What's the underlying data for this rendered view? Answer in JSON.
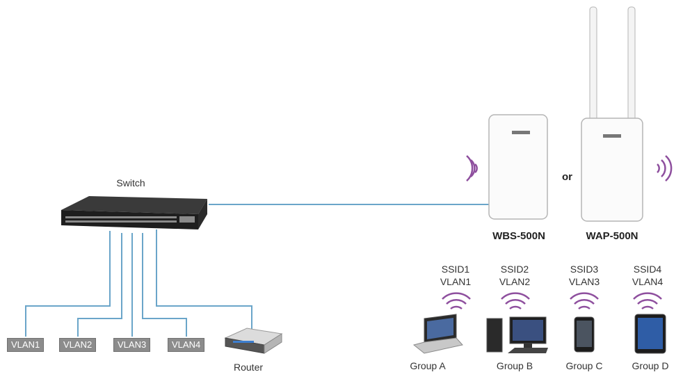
{
  "switch_label": "Switch",
  "router_label": "Router",
  "or_label": "or",
  "devices": {
    "wbs": "WBS-500N",
    "wap": "WAP-500N"
  },
  "vlans": [
    "VLAN1",
    "VLAN2",
    "VLAN3",
    "VLAN4"
  ],
  "groups": [
    {
      "ssid": "SSID1",
      "vlan": "VLAN1",
      "name": "Group A",
      "device": "laptop"
    },
    {
      "ssid": "SSID2",
      "vlan": "VLAN2",
      "name": "Group B",
      "device": "desktop"
    },
    {
      "ssid": "SSID3",
      "vlan": "VLAN3",
      "name": "Group C",
      "device": "smartphone"
    },
    {
      "ssid": "SSID4",
      "vlan": "VLAN4",
      "name": "Group D",
      "device": "tablet"
    }
  ],
  "colors": {
    "link": "#6aa5c9",
    "wifi": "#8e4f9e",
    "vlan_box": "#8c8c8c"
  }
}
